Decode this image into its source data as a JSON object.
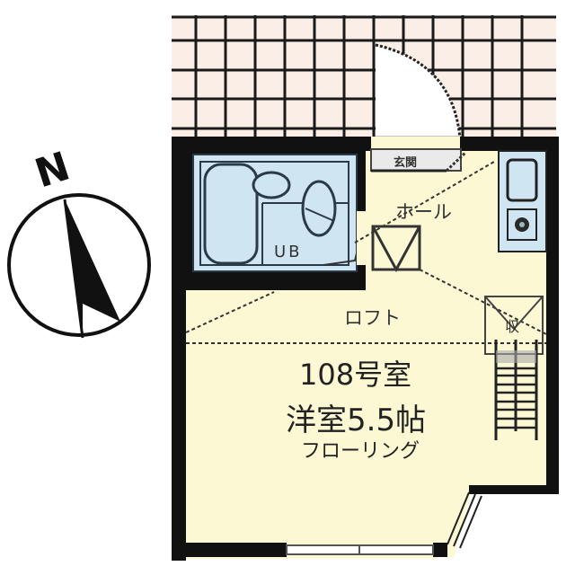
{
  "compass": {
    "label": "N",
    "icon": "north-arrow-icon"
  },
  "rooms": {
    "unit_bath": {
      "label": "UB"
    },
    "entrance": {
      "label": "玄関"
    },
    "hall": {
      "label": "ホール"
    },
    "loft": {
      "label": "ロフト"
    },
    "main_room": {
      "number": "108号室",
      "type_size": "洋室5.5帖",
      "floor": "フローリング"
    },
    "storage_mark": {
      "label": "収"
    }
  },
  "colors": {
    "wall": "#111111",
    "room_fill": "#fdf8d4",
    "bath_fill": "#cfe6f2",
    "tile_fill": "#fbeee6",
    "tile_line": "#1a1a1a"
  }
}
